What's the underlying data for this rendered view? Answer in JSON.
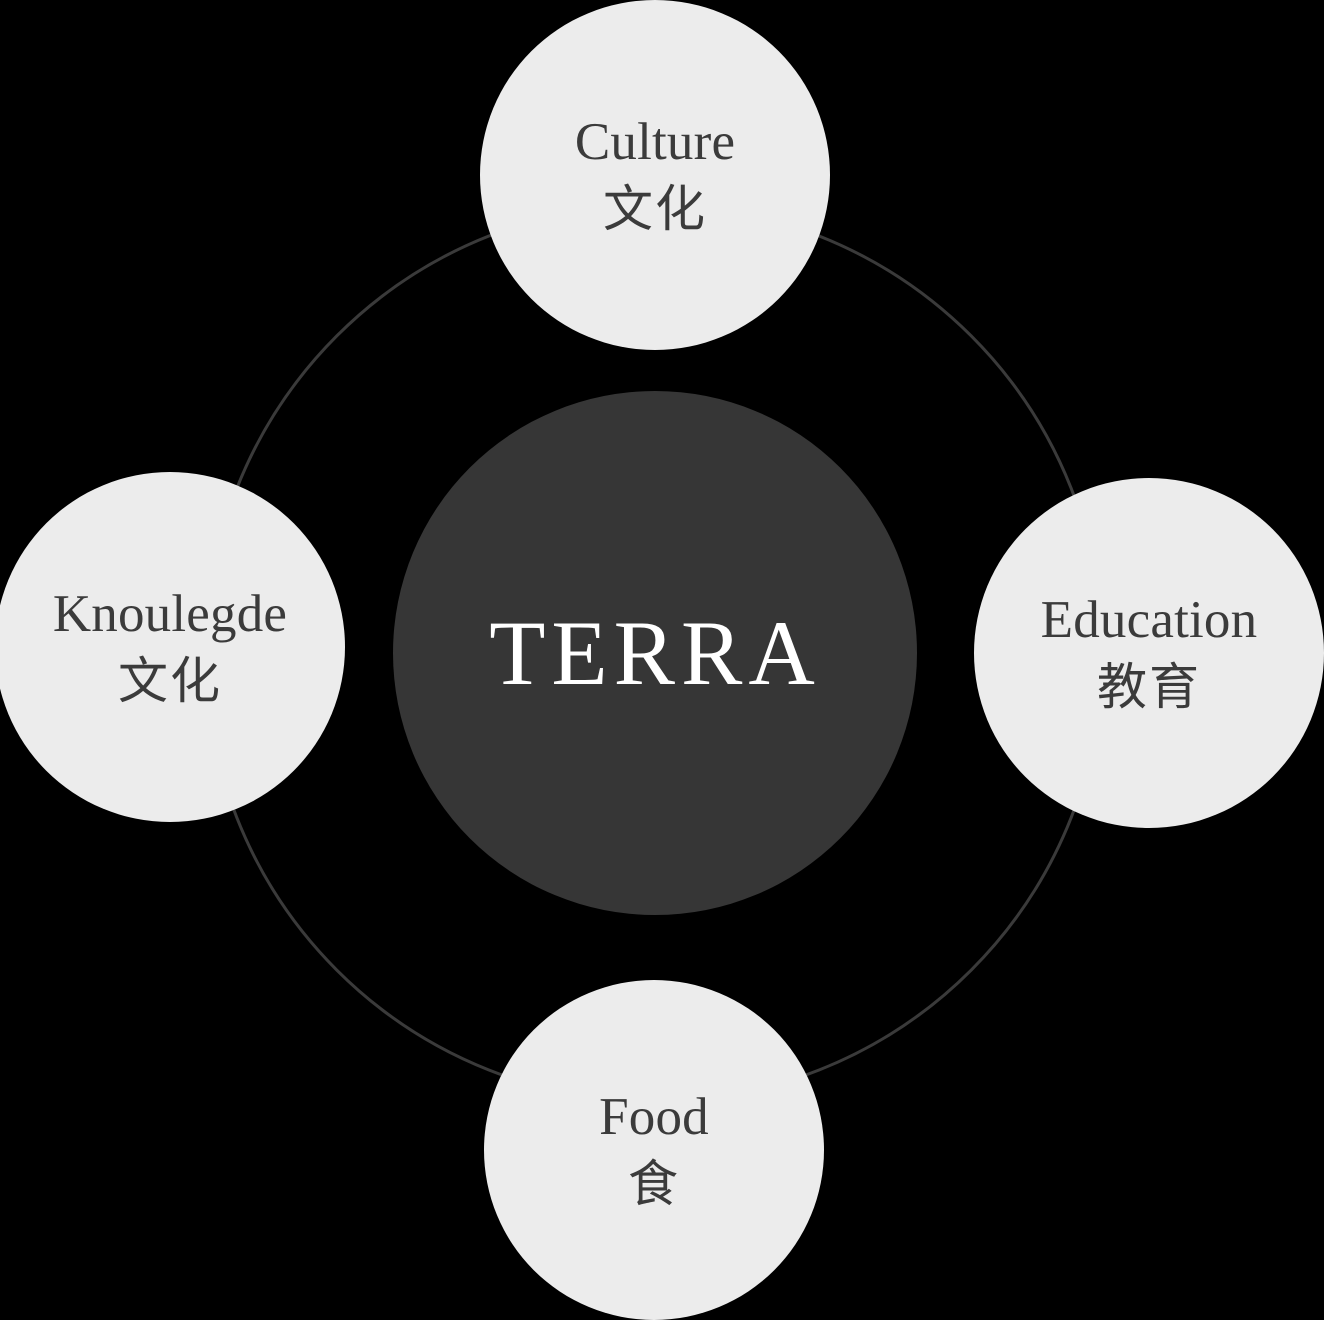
{
  "diagram": {
    "type": "hub-and-spoke",
    "background_color": "#000000",
    "ring_color": "#3a3a3a",
    "core": {
      "title": "TERRA",
      "background_color": "#363636",
      "text_color": "#ffffff"
    },
    "satellite_background_color": "#ececec",
    "satellite_text_color": "#3b3b3b",
    "nodes": [
      {
        "position": "top",
        "label_en": "Culture",
        "label_ja": "文化"
      },
      {
        "position": "left",
        "label_en": "Knoulegde",
        "label_ja": "文化"
      },
      {
        "position": "right",
        "label_en": "Education",
        "label_ja": "教育"
      },
      {
        "position": "bottom",
        "label_en": "Food",
        "label_ja": "食"
      }
    ]
  }
}
